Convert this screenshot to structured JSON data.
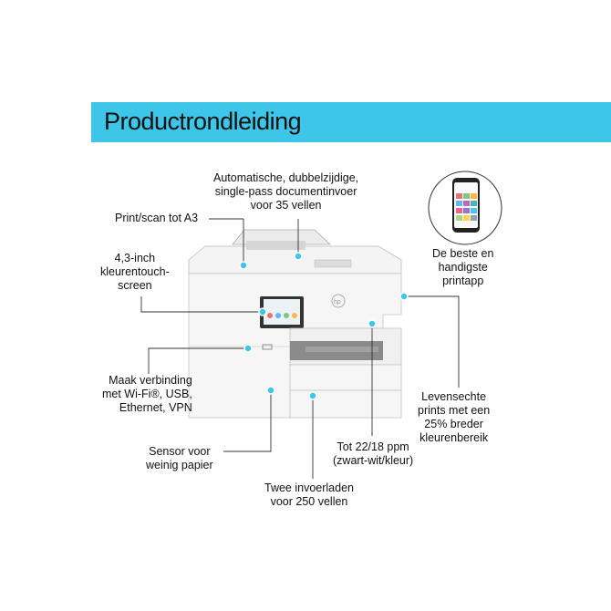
{
  "banner": {
    "title": "Productrondleiding"
  },
  "callouts": {
    "adf": [
      "Automatische, dubbelzijdige,",
      "single-pass documentinvoer",
      "voor 35 vellen"
    ],
    "a3": [
      "Print/scan tot A3"
    ],
    "touchscreen": [
      "4,3-inch",
      "kleurentouch-",
      "screen"
    ],
    "connect": [
      "Maak verbinding",
      "met Wi-Fi®, USB,",
      "Ethernet, VPN"
    ],
    "sensor": [
      "Sensor voor",
      "weinig papier"
    ],
    "trays": [
      "Twee invoerladen",
      "voor 250 vellen"
    ],
    "speed": [
      "Tot 22/18 ppm",
      "(zwart-wit/kleur)"
    ],
    "prints": [
      "Levensechte",
      "prints met een",
      "25% breder",
      "kleurenbereik"
    ],
    "app": [
      "De beste en",
      "handigste",
      "printapp"
    ]
  },
  "printer": {
    "brand": "hp"
  },
  "colors": {
    "accent": "#3ec6e8",
    "printer_body": "#f2f2f2",
    "tray": "#8a8a8a"
  }
}
